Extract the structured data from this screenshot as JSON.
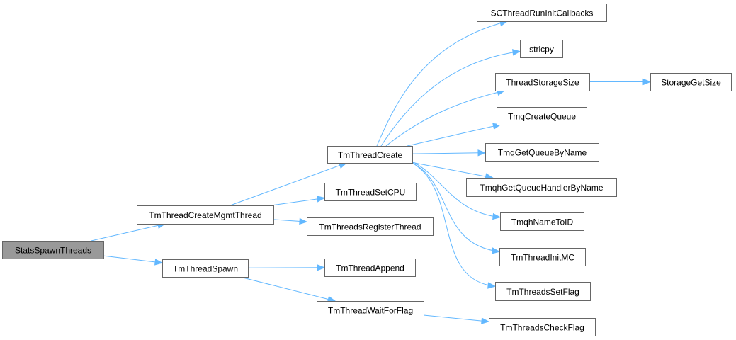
{
  "graph": {
    "nodes": [
      {
        "id": "stats_spawn_threads",
        "label": "StatsSpawnThreads",
        "root": true
      },
      {
        "id": "tm_thread_create_mgmt_thread",
        "label": "TmThreadCreateMgmtThread"
      },
      {
        "id": "tm_thread_spawn",
        "label": "TmThreadSpawn"
      },
      {
        "id": "tm_thread_create",
        "label": "TmThreadCreate"
      },
      {
        "id": "tm_thread_set_cpu",
        "label": "TmThreadSetCPU"
      },
      {
        "id": "tm_threads_register_thread",
        "label": "TmThreadsRegisterThread"
      },
      {
        "id": "tm_thread_append",
        "label": "TmThreadAppend"
      },
      {
        "id": "tm_thread_wait_for_flag",
        "label": "TmThreadWaitForFlag"
      },
      {
        "id": "sc_thread_run_init_callbacks",
        "label": "SCThreadRunInitCallbacks"
      },
      {
        "id": "strlcpy",
        "label": "strlcpy"
      },
      {
        "id": "thread_storage_size",
        "label": "ThreadStorageSize"
      },
      {
        "id": "tmq_create_queue",
        "label": "TmqCreateQueue"
      },
      {
        "id": "tmq_get_queue_by_name",
        "label": "TmqGetQueueByName"
      },
      {
        "id": "tmqh_get_queue_handler_by_name",
        "label": "TmqhGetQueueHandlerByName"
      },
      {
        "id": "tmqh_name_to_id",
        "label": "TmqhNameToID"
      },
      {
        "id": "tm_thread_init_mc",
        "label": "TmThreadInitMC"
      },
      {
        "id": "tm_threads_set_flag",
        "label": "TmThreadsSetFlag"
      },
      {
        "id": "tm_threads_check_flag",
        "label": "TmThreadsCheckFlag"
      },
      {
        "id": "storage_get_size",
        "label": "StorageGetSize"
      }
    ],
    "edges": [
      [
        "stats_spawn_threads",
        "tm_thread_create_mgmt_thread"
      ],
      [
        "stats_spawn_threads",
        "tm_thread_spawn"
      ],
      [
        "tm_thread_create_mgmt_thread",
        "tm_thread_create"
      ],
      [
        "tm_thread_create_mgmt_thread",
        "tm_thread_set_cpu"
      ],
      [
        "tm_thread_create_mgmt_thread",
        "tm_threads_register_thread"
      ],
      [
        "tm_thread_spawn",
        "tm_thread_append"
      ],
      [
        "tm_thread_spawn",
        "tm_thread_wait_for_flag"
      ],
      [
        "tm_thread_create",
        "sc_thread_run_init_callbacks"
      ],
      [
        "tm_thread_create",
        "strlcpy"
      ],
      [
        "tm_thread_create",
        "thread_storage_size"
      ],
      [
        "tm_thread_create",
        "tmq_create_queue"
      ],
      [
        "tm_thread_create",
        "tmq_get_queue_by_name"
      ],
      [
        "tm_thread_create",
        "tmqh_get_queue_handler_by_name"
      ],
      [
        "tm_thread_create",
        "tmqh_name_to_id"
      ],
      [
        "tm_thread_create",
        "tm_thread_init_mc"
      ],
      [
        "tm_thread_create",
        "tm_threads_set_flag"
      ],
      [
        "thread_storage_size",
        "storage_get_size"
      ],
      [
        "tm_thread_wait_for_flag",
        "tm_threads_check_flag"
      ]
    ]
  },
  "colors": {
    "edge": "#63b8ff",
    "node_border": "#666666",
    "root_fill": "#999999",
    "node_fill": "#ffffff"
  }
}
